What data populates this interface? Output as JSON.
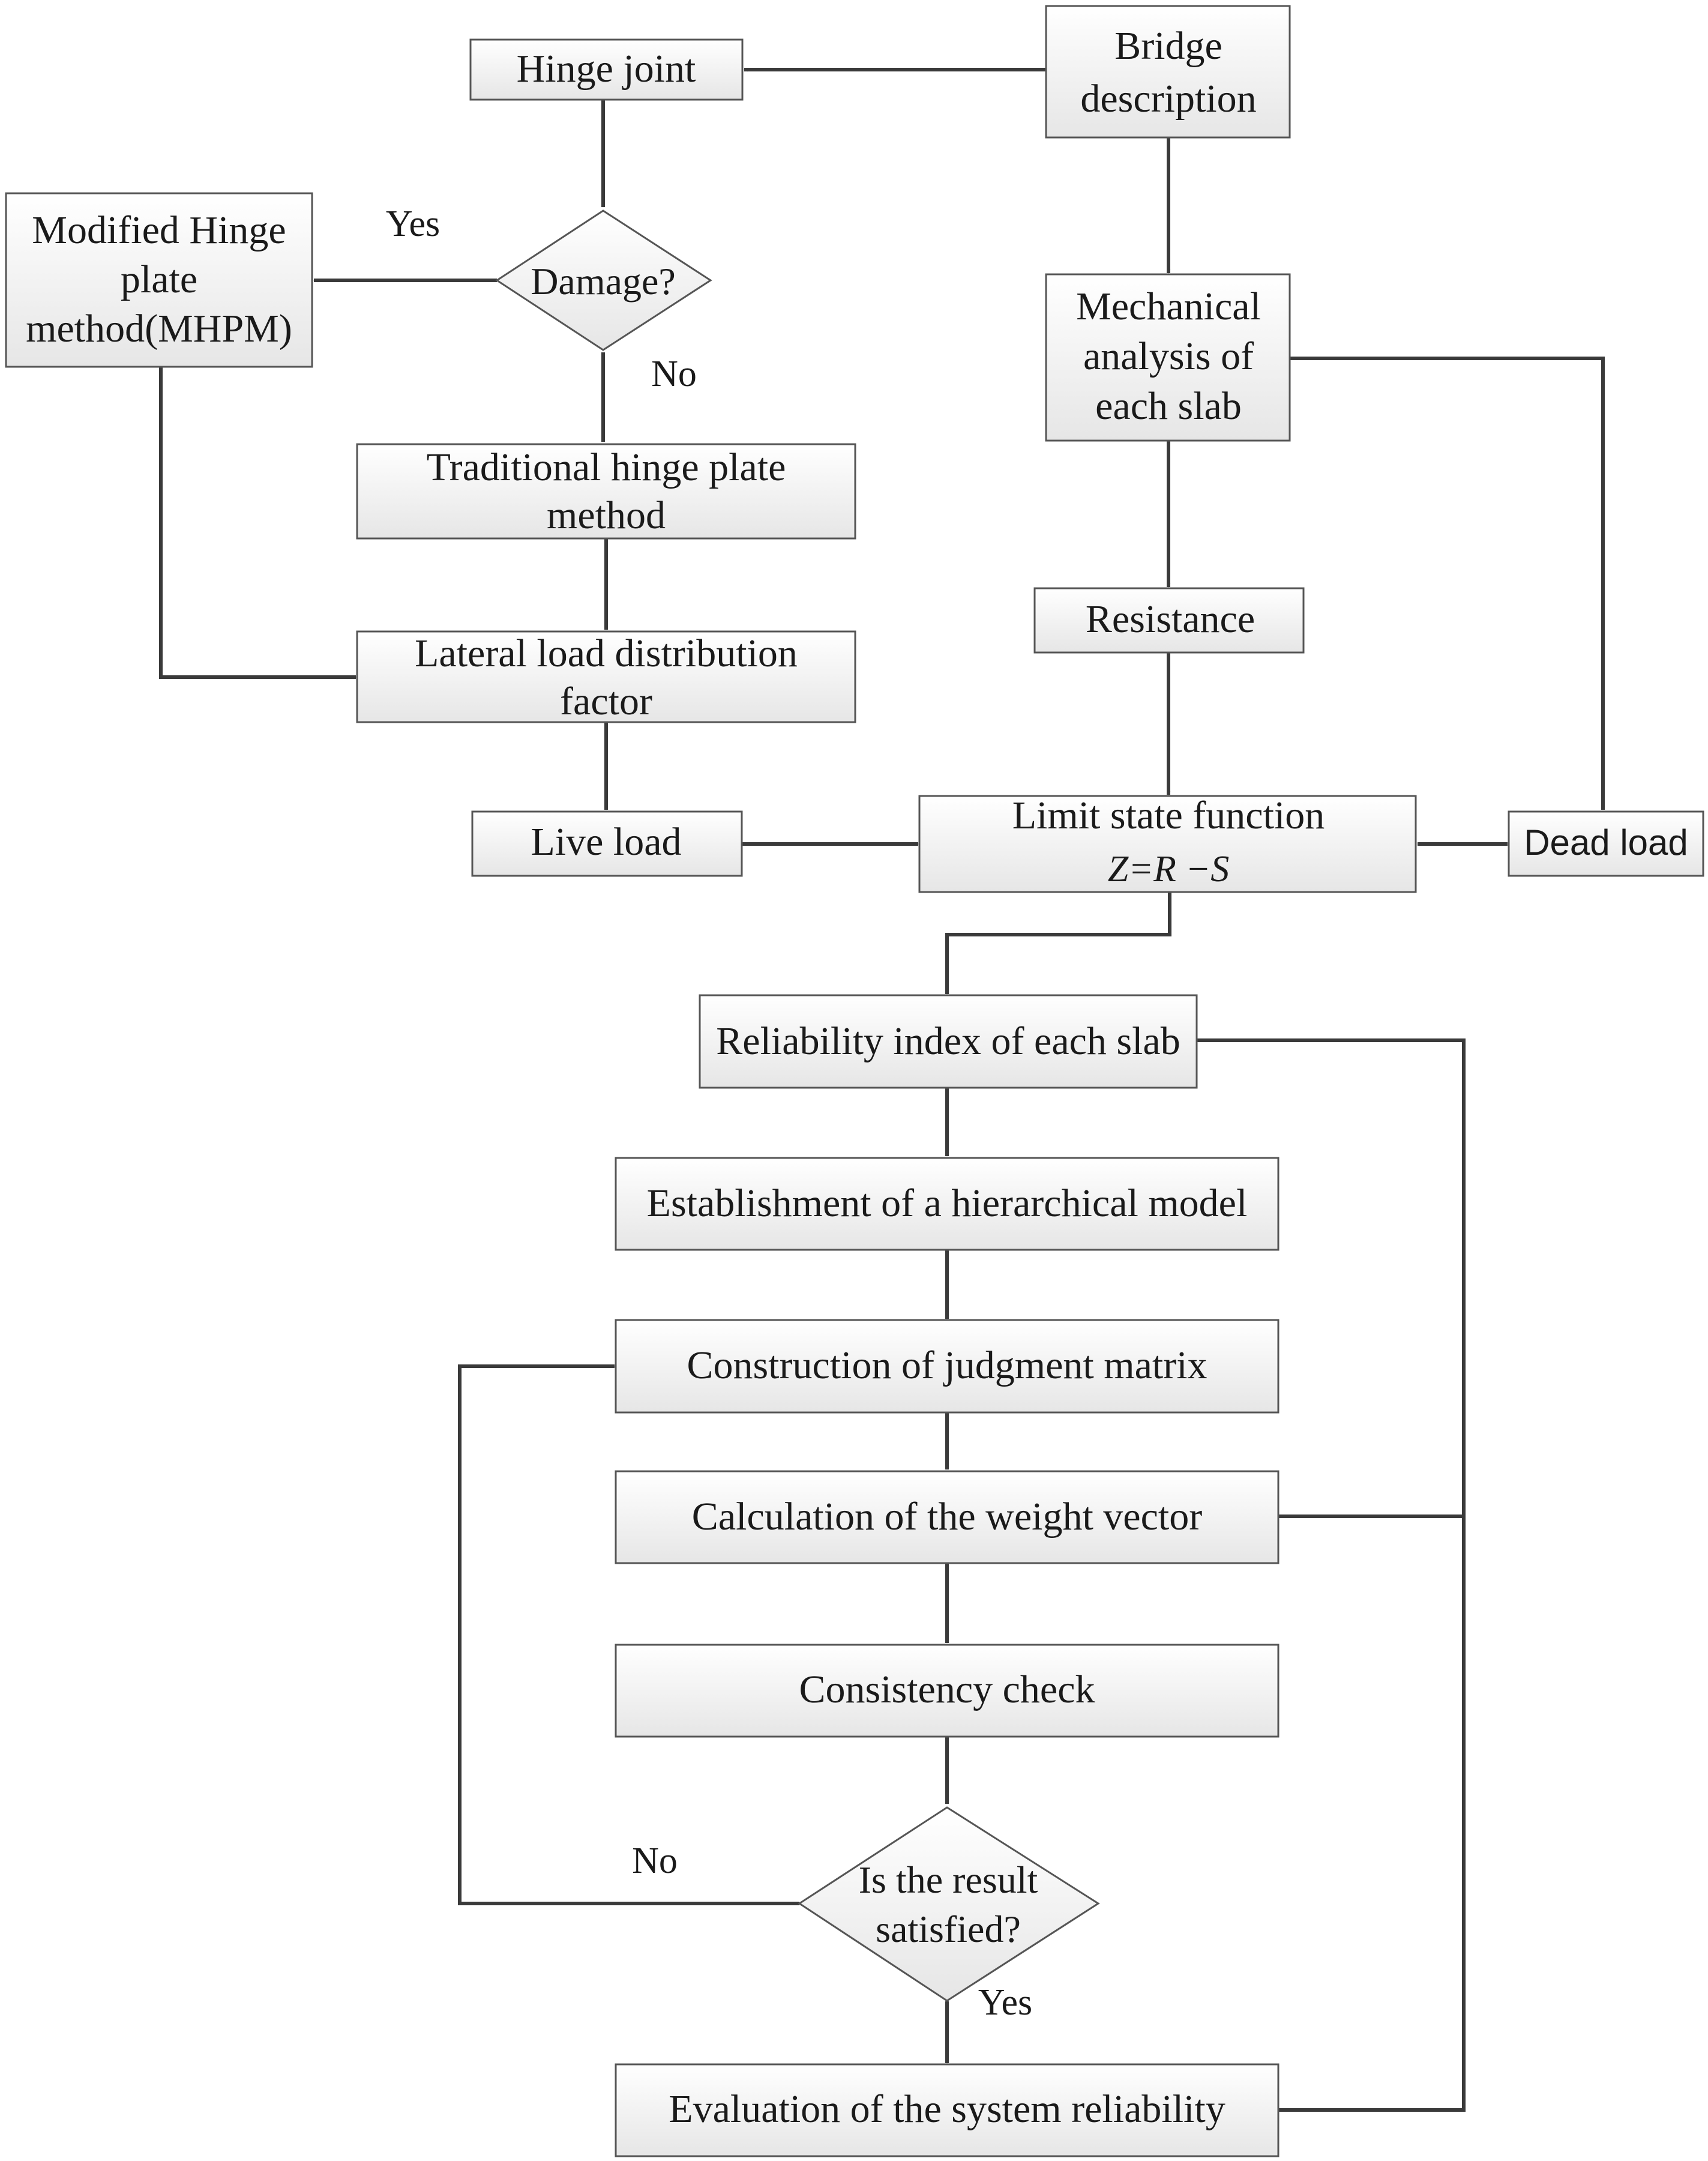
{
  "nodes": {
    "hinge_joint": [
      "Hinge joint"
    ],
    "bridge_description": [
      "Bridge",
      "description"
    ],
    "damage_decision": [
      "Damage?"
    ],
    "modified_hinge_plate_method": [
      "Modified Hinge",
      "plate",
      "method(MHPM)"
    ],
    "mechanical_analysis": [
      "Mechanical",
      "analysis of",
      "each slab"
    ],
    "traditional_hinge_plate_method": [
      "Traditional hinge plate",
      "method"
    ],
    "lateral_load_distribution_factor": [
      "Lateral load distribution",
      "factor"
    ],
    "resistance": [
      "Resistance"
    ],
    "live_load": [
      "Live load"
    ],
    "limit_state_function": [
      "Limit state function",
      "Z=R −S"
    ],
    "dead_load": [
      "Dead load"
    ],
    "reliability_index": [
      "Reliability index of each slab"
    ],
    "hierarchical_model": [
      "Establishment of a hierarchical model"
    ],
    "judgment_matrix": [
      "Construction of judgment matrix"
    ],
    "weight_vector": [
      "Calculation of the weight vector"
    ],
    "consistency_check": [
      "Consistency check"
    ],
    "result_satisfied_decision": [
      "Is the result",
      "satisfied?"
    ],
    "system_reliability": [
      "Evaluation of the system reliability"
    ]
  },
  "edge_labels": {
    "damage_yes": "Yes",
    "damage_no": "No",
    "result_no": "No",
    "result_yes": "Yes"
  },
  "colors": {
    "box_fill_top": "#ffffff",
    "box_fill_bottom": "#e6e6e6",
    "line": "#3a3a3a"
  }
}
